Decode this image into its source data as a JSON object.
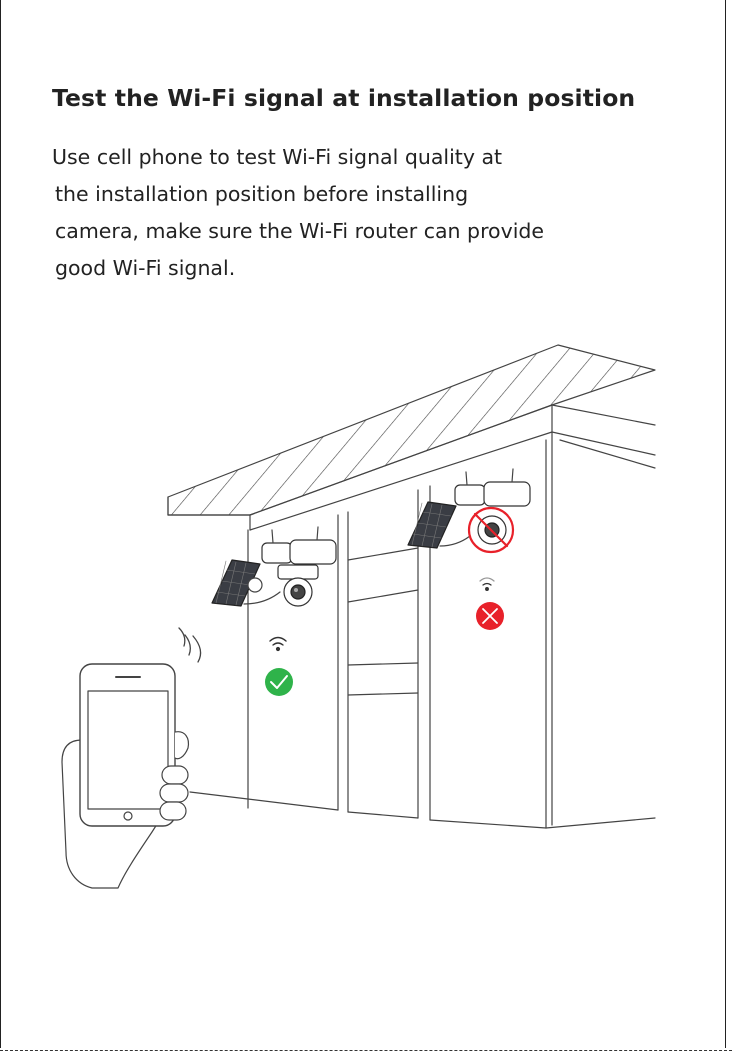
{
  "heading": "Test the Wi-Fi signal at installation position",
  "body_lines": [
    "Use cell phone to test Wi-Fi signal quality at",
    "the installation position before installing",
    "camera, make sure the Wi-Fi router can provide",
    "good Wi-Fi signal."
  ],
  "illustration": {
    "good_position": {
      "status": "good",
      "status_color": "#2fb34a",
      "icons": [
        "wifi-icon",
        "check-icon"
      ]
    },
    "bad_position": {
      "status": "poor",
      "status_color": "#e8212a",
      "icons": [
        "wifi-weak-icon",
        "cross-icon",
        "no-signal-icon"
      ]
    },
    "phone_icon": "phone-in-hand-icon"
  }
}
